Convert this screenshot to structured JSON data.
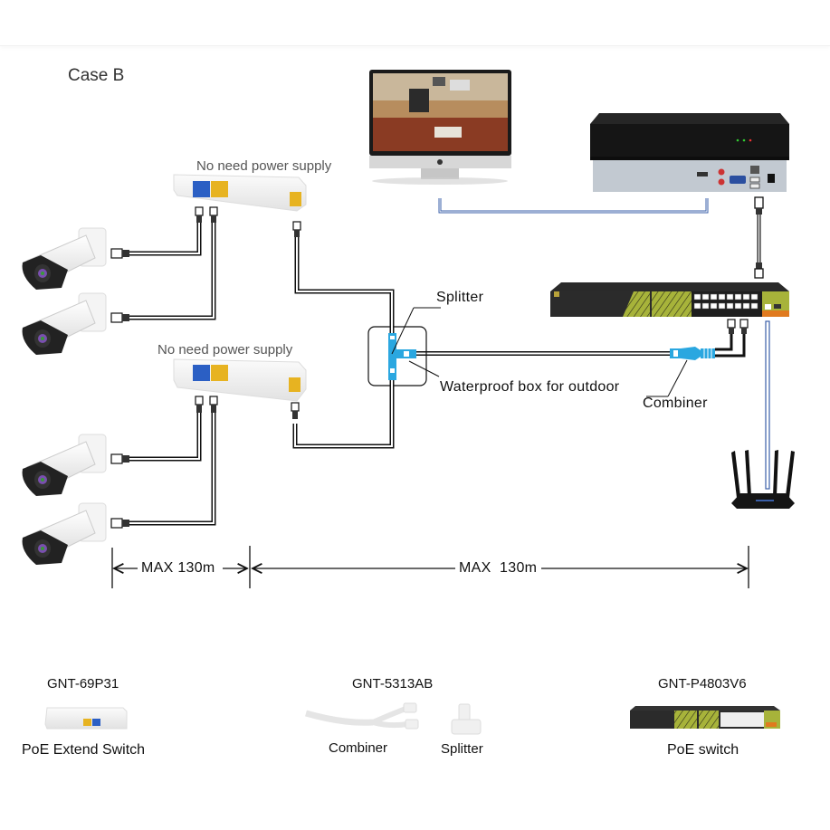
{
  "title": "Case B",
  "extender_labels": [
    "No need power supply",
    "No need power supply"
  ],
  "callouts": {
    "splitter": "Splitter",
    "waterproof_box": "Waterproof box for outdoor",
    "combiner": "Combiner"
  },
  "distances": {
    "camera_to_extender": "MAX 130m",
    "extender_to_router": "MAX  130m"
  },
  "devices": {
    "monitor": "monitor",
    "nvr": "nvr",
    "poe_switch": "poe-switch",
    "router": "router",
    "cameras_count": 4,
    "extenders_count": 2
  },
  "legend": [
    {
      "model": "GNT-69P31",
      "captions": [
        "PoE Extend Switch"
      ]
    },
    {
      "model": "GNT-5313AB",
      "captions": [
        "Combiner",
        "Splitter"
      ]
    },
    {
      "model": "GNT-P4803V6",
      "captions": [
        "PoE switch"
      ]
    }
  ],
  "colors": {
    "cable": "#111111",
    "network_line": "#3a5fa8",
    "splitter_blue": "#2aa7e0",
    "port_blue": "#2b5fc4",
    "port_yellow": "#e7b321",
    "switch_green": "#a7b33a",
    "switch_orange": "#e07a1f"
  }
}
